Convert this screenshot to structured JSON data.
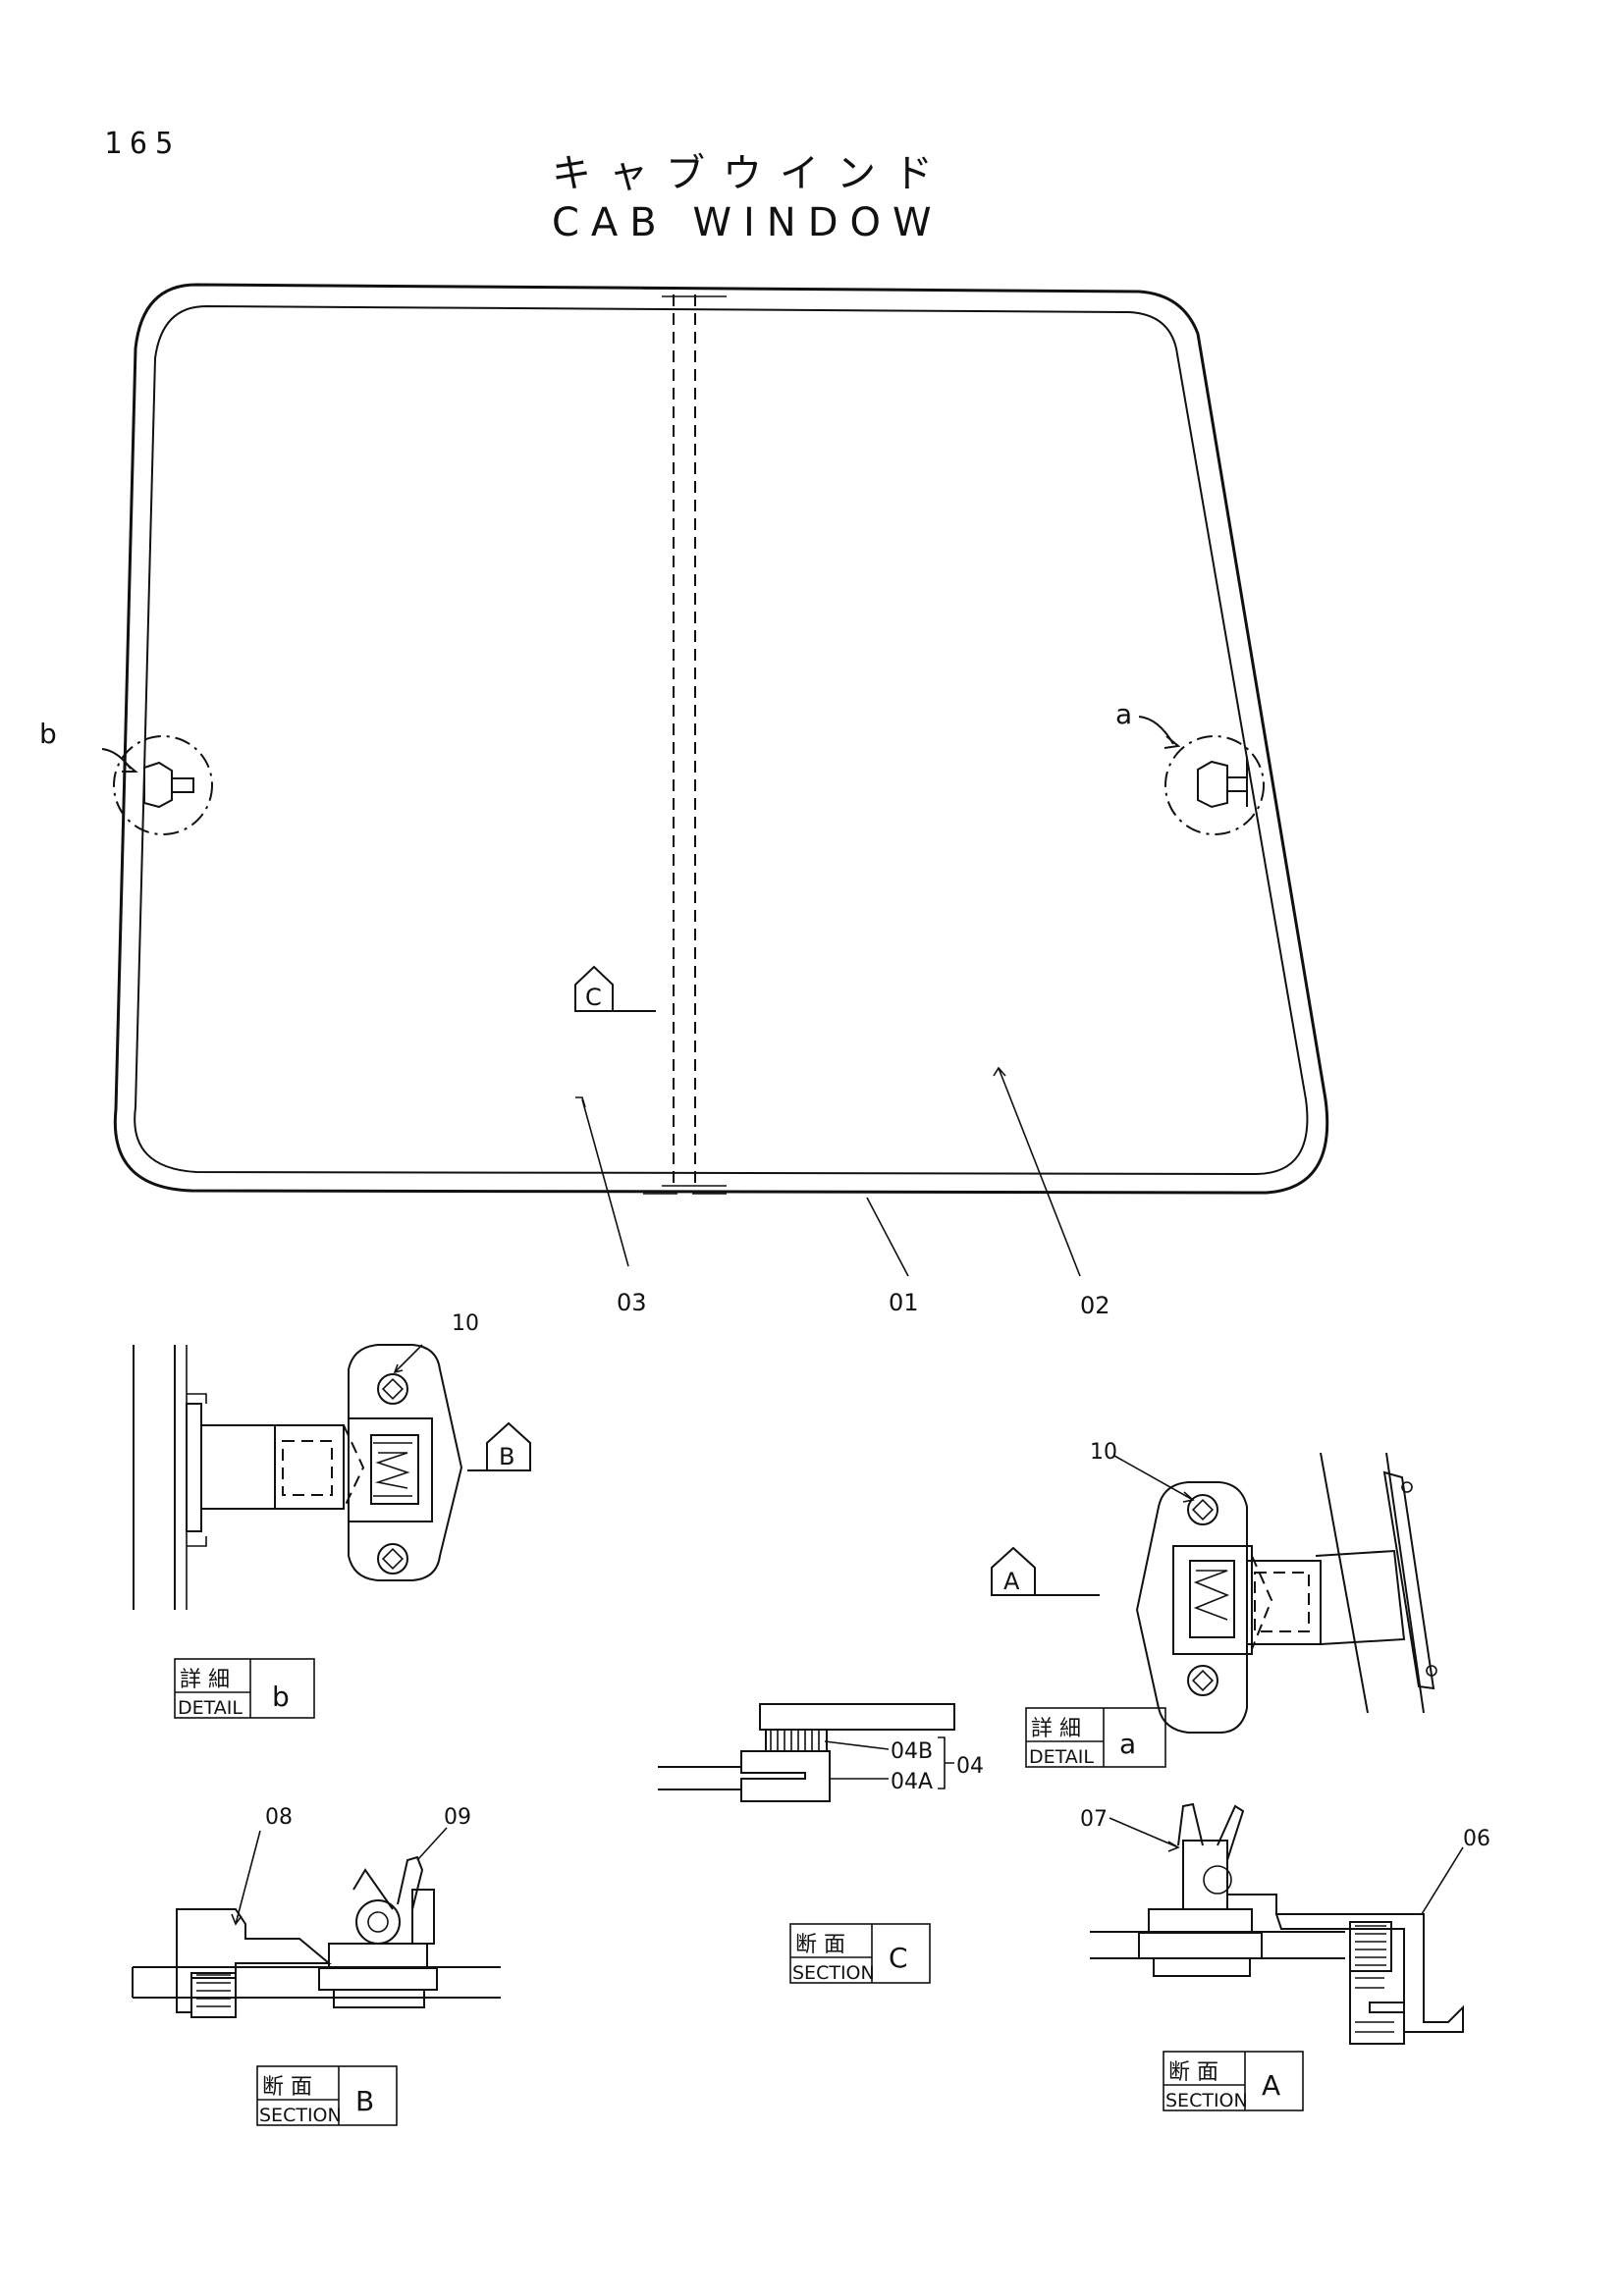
{
  "header": {
    "page_number": "165",
    "title_jp": "キャブウインド",
    "title_en": "CAB WINDOW"
  },
  "part_labels": {
    "p01": "01",
    "p02": "02",
    "p03": "03",
    "p04": "04",
    "p04A": "04A",
    "p04B": "04B",
    "p06": "06",
    "p07": "07",
    "p08": "08",
    "p09": "09",
    "p10_b": "10",
    "p10_a": "10"
  },
  "detail_markers": {
    "a": "a",
    "b": "b"
  },
  "section_arrows": {
    "A": "A",
    "B": "B",
    "C": "C"
  },
  "caption_boxes": {
    "detail_b": {
      "jp": "詳 細",
      "en": "DETAIL",
      "letter": "b"
    },
    "detail_a": {
      "jp": "詳 細",
      "en": "DETAIL",
      "letter": "a"
    },
    "section_c": {
      "jp": "断 面",
      "en": "SECTION",
      "letter": "C"
    },
    "section_b": {
      "jp": "断 面",
      "en": "SECTION",
      "letter": "B"
    },
    "section_a": {
      "jp": "断 面",
      "en": "SECTION",
      "letter": "A"
    }
  }
}
